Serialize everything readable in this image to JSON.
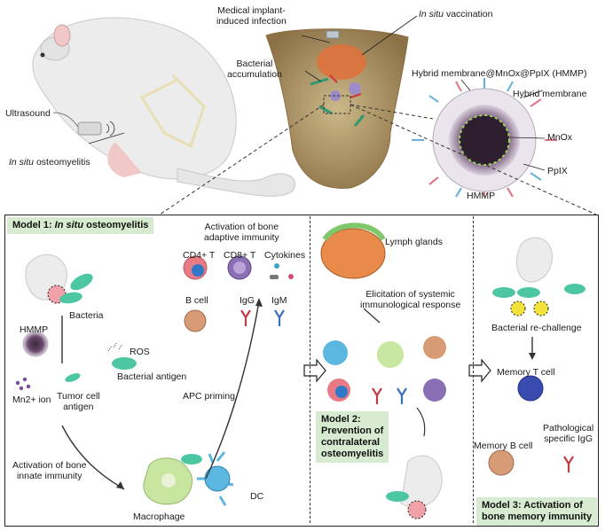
{
  "labels": {
    "medical_implant": "Medical implant-\ninduced infection",
    "in_situ_vaccination_pre": "In situ",
    "in_situ_vaccination_post": "vaccination",
    "bacterial_accumulation": "Bacterial\naccumulation",
    "hmmp_title": "Hybrid membrane@MnOx@PpIX (HMMP)",
    "hybrid_membrane": "Hybrid membrane",
    "mnox": "MnOx",
    "ppix": "PpIX",
    "hmmp": "HMMP",
    "ultrasound": "Ultrasound",
    "in_situ_osteo_pre": "In situ",
    "in_situ_osteo_post": "osteomyelitis"
  },
  "model1": {
    "title_pre": "Model 1: ",
    "title_em": "In situ",
    "title_post": " osteomyelitis",
    "bacteria": "Bacteria",
    "hmmp": "HMMP",
    "ros": "ROS",
    "bacterial_antigen": "Bacterial antigen",
    "mn_ion": "Mn2+ ion",
    "tumor_antigen": "Tumor cell\nantigen",
    "innate": "Activation of bone\ninnate immunity",
    "apc_priming": "APC priming",
    "macrophage": "Macrophage",
    "dc": "DC",
    "adaptive": "Activation of bone\nadaptive immunity",
    "cd4": "CD4+ T",
    "cd8": "CD8+ T",
    "cytokines": "Cytokines",
    "bcell": "B cell",
    "igg": "IgG",
    "igm": "IgM"
  },
  "model2": {
    "lymph": "Lymph glands",
    "elicitation": "Elicitation of systemic\nimmunological response",
    "title": "Model 2:\nPrevention of\ncontralateral\nosteomyelitis"
  },
  "model3": {
    "rechallenge": "Bacterial re-challenge",
    "memory_t": "Memory T cell",
    "memory_b": "Memory B cell",
    "pathological": "Pathological\nspecific IgG",
    "title": "Model 3: Activation of\nbone memory immunity"
  },
  "colors": {
    "panel_green": "#d6ebcf",
    "bacteria": "#3fbf9a",
    "macrophage": "#c8e6a0",
    "dc": "#5bb6e0",
    "tcell_cd4": "#e87a86",
    "tcell_cd8": "#8a6fb5",
    "bcell": "#d79b76",
    "bone": "#d4c29a"
  }
}
